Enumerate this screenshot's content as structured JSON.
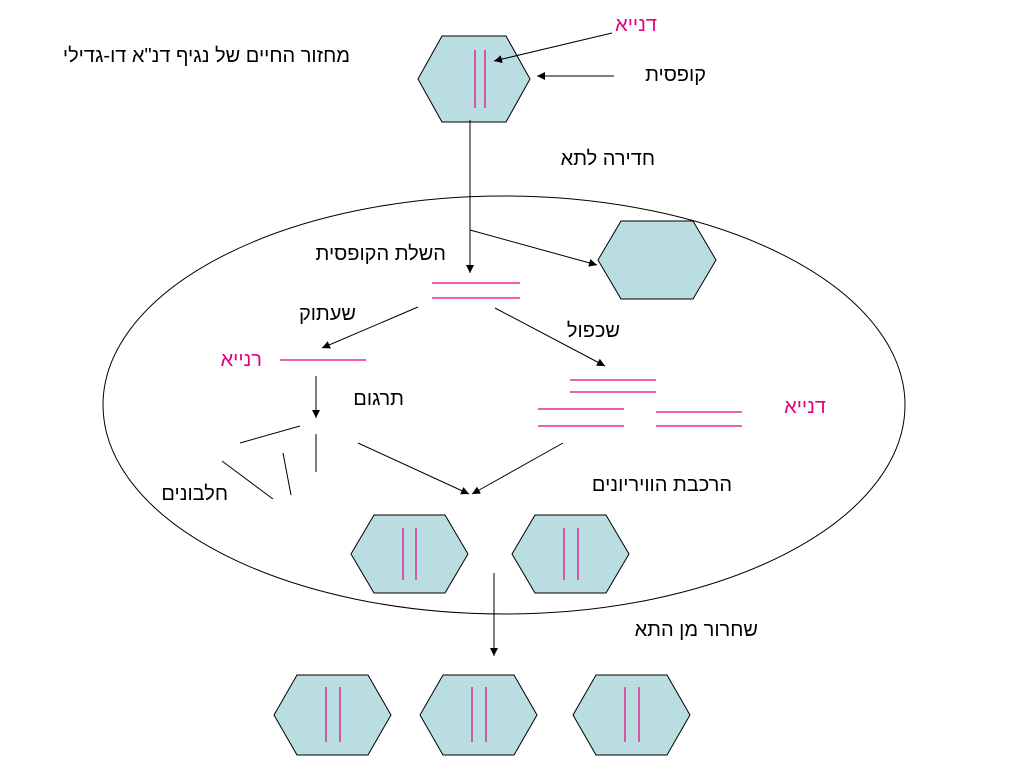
{
  "title": "מחזור החיים של נגיף דנ\"א דו-גדילי",
  "labels": {
    "dna_top": "דנייא",
    "capsid": "קופסית",
    "cell_entry": "חדירה לתא",
    "uncoating": "השלת הקופסית",
    "transcription": "שעתוק",
    "replication": "שכפול",
    "rna": "רנייא",
    "translation": "תרגום",
    "dna_replicated": "דנייא",
    "proteins": "חלבונים",
    "virion_assembly": "הרכבת הוויריונים",
    "release": "שחרור מן התא"
  },
  "colors": {
    "capsid_fill": "#b9dde1",
    "nucleic_acid": "#e6007e",
    "outline": "#000000",
    "background": "#ffffff"
  }
}
